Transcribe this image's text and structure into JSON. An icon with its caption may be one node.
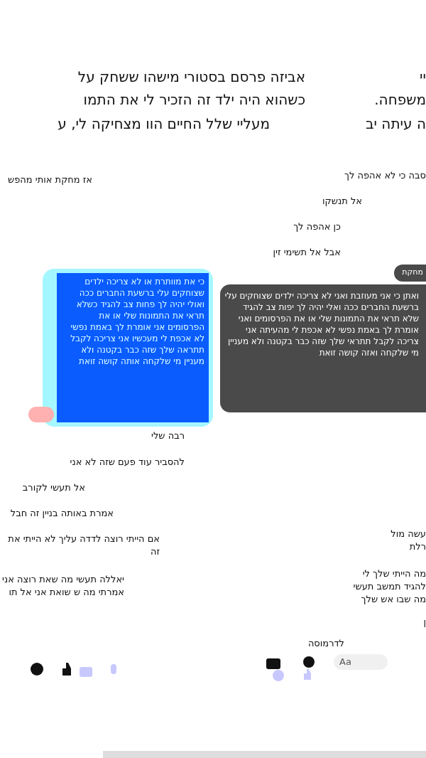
{
  "diagram": {
    "labels": [
      "אביזה פרסם בסטורי מישהו ששחק על",
      "כשהוא היה ילד זה הזכיר לי את התמו",
      "מעליי שלל החיים הוו מצחיקה לי, ע",
      "יי",
      "משפחה.",
      "ה עיתה יב",
      "סבה כי לא אהפה לך",
      "אז מחקת אותי מהפש",
      "אל תנשקו",
      "כן אהפה לך",
      "אבל אל תשימי זין",
      "ואתן כי אני מעוזבת ואני לא צריכה ילדים שצוחקים עלי ברשעת החברים ככה ואלי יהיה לך יפות צב להגיד שלא תראי את התמונות שלי או את הפרסומים ואני אומרת לך באמת נפשי לא אכפת לי מהעיתה אני צריכה לקבל תתראי שלך שזה כבר בקטנה ולא מעניין מי שלקחה ואזה קושה זואת",
      "כי את מוותרת או לא צריכה ילדים שצוחקים עלי ברשעת החברים ככה ואולי יהיה לך פחות צב להגיד כשלא תראי את התמונות שלי או את הפרסומים אני אומרת לך באמת נפשי לא אכפת לי מעכשיו אני צריכה לקבל תתראה שלך שזה כבר בקטנה ולא מעניין מי שלקחה אותה קושה זואת",
      "מחקת",
      "רבה שלי",
      "להסביר עוד פעם שזה לא אני",
      "אל תעשי לקורב",
      "אמרת באותה בניין זה חבל",
      "אם הייתי רוצה לדדה עליך לא הייתי את זה",
      "יאללה תעשי מה שאת רוצה אני אמרתי מה ש שואת אני אל תו",
      "עשה מול רלת",
      "מה הייתי שלך לי להגיד תמשב תעשי מה שבו אש שלך",
      "ן",
      "לדרמוסה",
      "Aa"
    ]
  }
}
